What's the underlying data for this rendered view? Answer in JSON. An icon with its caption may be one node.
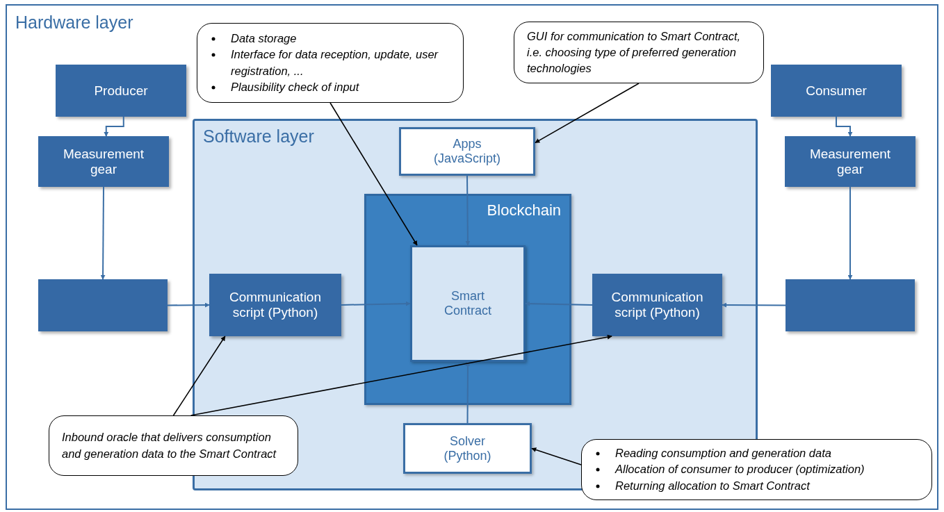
{
  "diagram": {
    "nodes": [
      {
        "text": [
          "Hardware layer"
        ]
      },
      {
        "text": [
          "Producer"
        ],
        "in": 0
      },
      {
        "text": [
          "Measurement gear"
        ],
        "in": 0
      },
      {
        "text": [],
        "shape": "box",
        "in": 0
      },
      {
        "text": [
          "Software layer"
        ],
        "in": 0
      },
      {
        "text": [
          "Apps (JavaScript)"
        ],
        "in": 4
      },
      {
        "text": [
          "Blockchain"
        ],
        "in": 4
      },
      {
        "text": [
          "Smart Contract"
        ],
        "in": 6
      },
      {
        "text": [
          "Communication script (Python)"
        ],
        "in": 4
      },
      {
        "text": [
          "Communication script (Python)"
        ],
        "in": 4
      },
      {
        "text": [
          "Solver (Python)"
        ],
        "in": 4
      },
      {
        "text": [
          "Consumer"
        ],
        "in": 0
      },
      {
        "text": [
          "Measurement gear"
        ],
        "in": 0
      },
      {
        "text": [],
        "shape": "box",
        "in": 0
      },
      {
        "text": [
          "Data storage",
          "Interface for data reception, update, user registration, ...",
          "Plausibility check of input"
        ],
        "in": 0
      },
      {
        "text": [
          "GUI for communication to Smart Contract, i.e. choosing type of preferred generation technologies"
        ],
        "in": 0
      },
      {
        "text": [
          "Inbound oracle that delivers consumption and  generation data to the Smart Contract"
        ],
        "in": 0
      },
      {
        "text": [
          "Reading consumption and generation data",
          "Allocation of consumer to producer (optimization)",
          "Returning allocation to Smart Contract"
        ],
        "in": 0
      }
    ],
    "edges": [
      {
        "from": 1,
        "to": 2,
        "arrow": "to"
      },
      {
        "from": 2,
        "to": 3,
        "arrow": "to"
      },
      {
        "from": 3,
        "to": 8,
        "arrow": "to"
      },
      {
        "from": 8,
        "to": 7,
        "arrow": "to"
      },
      {
        "from": 5,
        "to": 7,
        "arrow": "to"
      },
      {
        "from": 10,
        "to": 7,
        "arrow": "to"
      },
      {
        "from": 9,
        "to": 7,
        "arrow": "to"
      },
      {
        "from": 11,
        "to": 12,
        "arrow": "to"
      },
      {
        "from": 12,
        "to": 13,
        "arrow": "to"
      },
      {
        "from": 13,
        "to": 9,
        "arrow": "to"
      },
      {
        "from": 14,
        "to": 7,
        "arrow": "to",
        "color": "#000000"
      },
      {
        "from": 15,
        "to": 5,
        "arrow": "to",
        "color": "#000000"
      },
      {
        "from": 16,
        "to": 8,
        "arrow": "to",
        "color": "#000000"
      },
      {
        "from": 16,
        "to": 9,
        "arrow": "to",
        "color": "#000000"
      },
      {
        "from": 17,
        "to": 10,
        "arrow": "to",
        "color": "#000000"
      }
    ]
  }
}
